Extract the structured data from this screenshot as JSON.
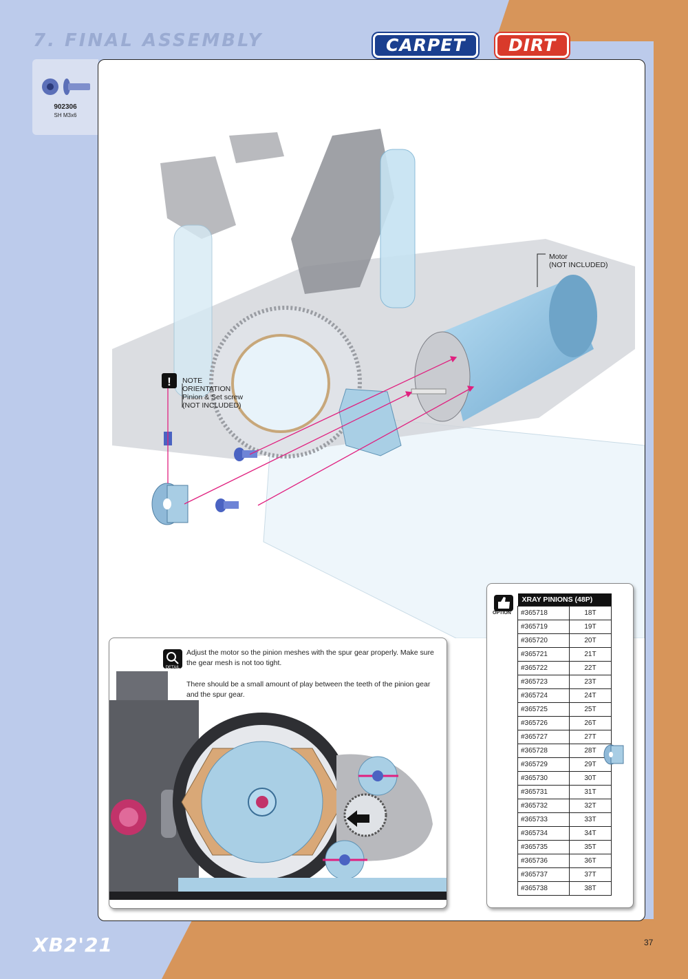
{
  "header": {
    "section_title": "7. FINAL ASSEMBLY",
    "badge_carpet": "CARPET",
    "badge_dirt": "DIRT"
  },
  "part": {
    "code": "902306",
    "spec": "SH M3x6"
  },
  "labels": {
    "motor_line1": "Motor",
    "motor_line2": "(NOT INCLUDED)",
    "note_line1": "NOTE",
    "note_line2": "ORIENTATION",
    "pinion_line1": "Pinion & Set screw",
    "pinion_line2": "(NOT INCLUDED)"
  },
  "detail": {
    "icon_label": "DETAIL",
    "paragraph1": "Adjust the motor so the pinion meshes with the spur gear properly. Make sure the gear mesh is not too tight.",
    "paragraph2": "There should be a small amount of play between the teeth of the pinion gear and the spur gear."
  },
  "option": {
    "icon_label": "OPTION",
    "table_title": "XRAY PINIONS (48P)",
    "rows": [
      [
        "#365718",
        "18T"
      ],
      [
        "#365719",
        "19T"
      ],
      [
        "#365720",
        "20T"
      ],
      [
        "#365721",
        "21T"
      ],
      [
        "#365722",
        "22T"
      ],
      [
        "#365723",
        "23T"
      ],
      [
        "#365724",
        "24T"
      ],
      [
        "#365725",
        "25T"
      ],
      [
        "#365726",
        "26T"
      ],
      [
        "#365727",
        "27T"
      ],
      [
        "#365728",
        "28T"
      ],
      [
        "#365729",
        "29T"
      ],
      [
        "#365730",
        "30T"
      ],
      [
        "#365731",
        "31T"
      ],
      [
        "#365732",
        "32T"
      ],
      [
        "#365733",
        "33T"
      ],
      [
        "#365734",
        "34T"
      ],
      [
        "#365735",
        "35T"
      ],
      [
        "#365736",
        "36T"
      ],
      [
        "#365737",
        "37T"
      ],
      [
        "#365738",
        "38T"
      ]
    ]
  },
  "footer": {
    "logo": "XB2'21",
    "page_number": "37"
  },
  "colors": {
    "page_blue": "#bccbeb",
    "page_orange": "#d7955a",
    "carpet_blue": "#1a3f8f",
    "dirt_red": "#d93a2b",
    "arrow_magenta": "#e0207f",
    "motor_blue": "#8fc3e6"
  }
}
